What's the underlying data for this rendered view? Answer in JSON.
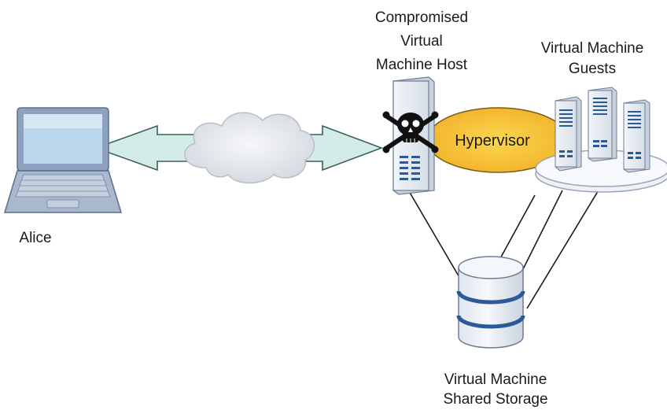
{
  "labels": {
    "alice": "Alice",
    "host_line1": "Compromised",
    "host_line2": "Virtual",
    "host_line3": "Machine Host",
    "guests_line1": "Virtual Machine",
    "guests_line2": "Guests",
    "hypervisor": "Hypervisor",
    "storage_line1": "Virtual Machine",
    "storage_line2": "Shared Storage"
  },
  "icons": {
    "alice_device": "laptop-icon",
    "network": "cloud-icon",
    "host": "server-tower-icon",
    "compromise_marker": "skull-crossbones-icon",
    "guests": "server-cluster-icon",
    "storage": "database-cylinder-icon"
  },
  "colors": {
    "arrow_fill": "#d3ece9",
    "hypervisor_fill": "#f5c23c",
    "server_fill": "#e9eef4",
    "server_detail": "#2b5a99",
    "laptop_frame": "#8ea2c0",
    "laptop_screen": "#b9d6ec",
    "cloud_fill": "#e4e8ed"
  }
}
